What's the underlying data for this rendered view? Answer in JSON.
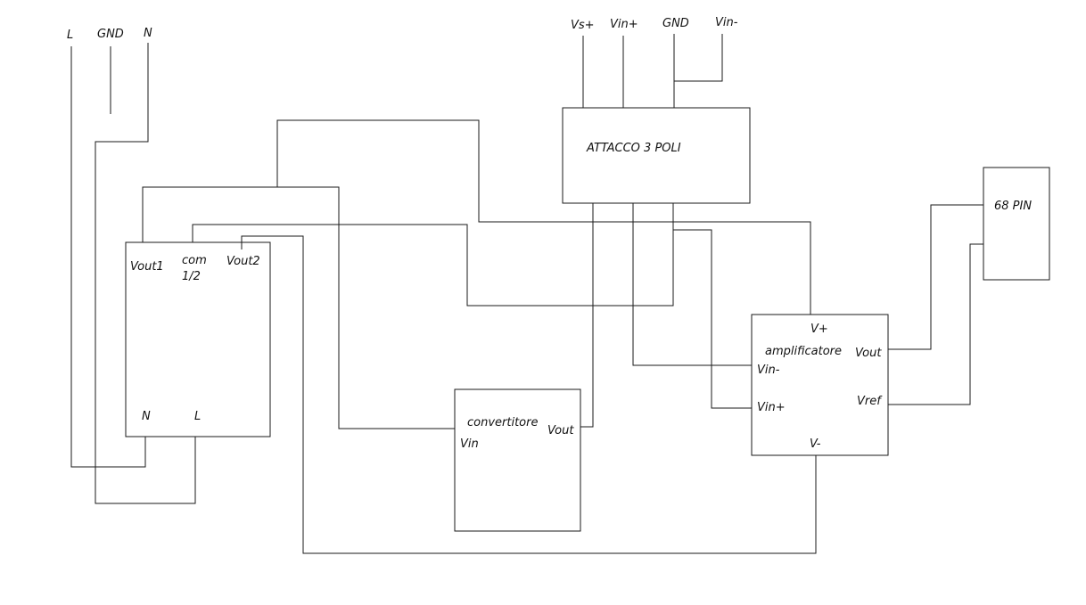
{
  "mains": {
    "l": "L",
    "gnd": "GND",
    "n": "N"
  },
  "connector": {
    "title": "ATTACCO 3 POLI",
    "pins": {
      "vs_plus": "Vs+",
      "vin_plus": "Vin+",
      "gnd": "GND",
      "vin_minus": "Vin-"
    }
  },
  "pin68": {
    "title": "68 PIN"
  },
  "supply": {
    "vout1": "Vout1",
    "com_line1": "com",
    "com_line2": "1/2",
    "vout2": "Vout2",
    "n": "N",
    "l": "L"
  },
  "converter": {
    "title": "convertitore",
    "vin": "Vin",
    "vout": "Vout"
  },
  "amplifier": {
    "title": "amplificatore",
    "v_plus": "V+",
    "vin_minus": "Vin-",
    "vin_plus": "Vin+",
    "vout": "Vout",
    "vref": "Vref",
    "v_minus": "V-"
  }
}
